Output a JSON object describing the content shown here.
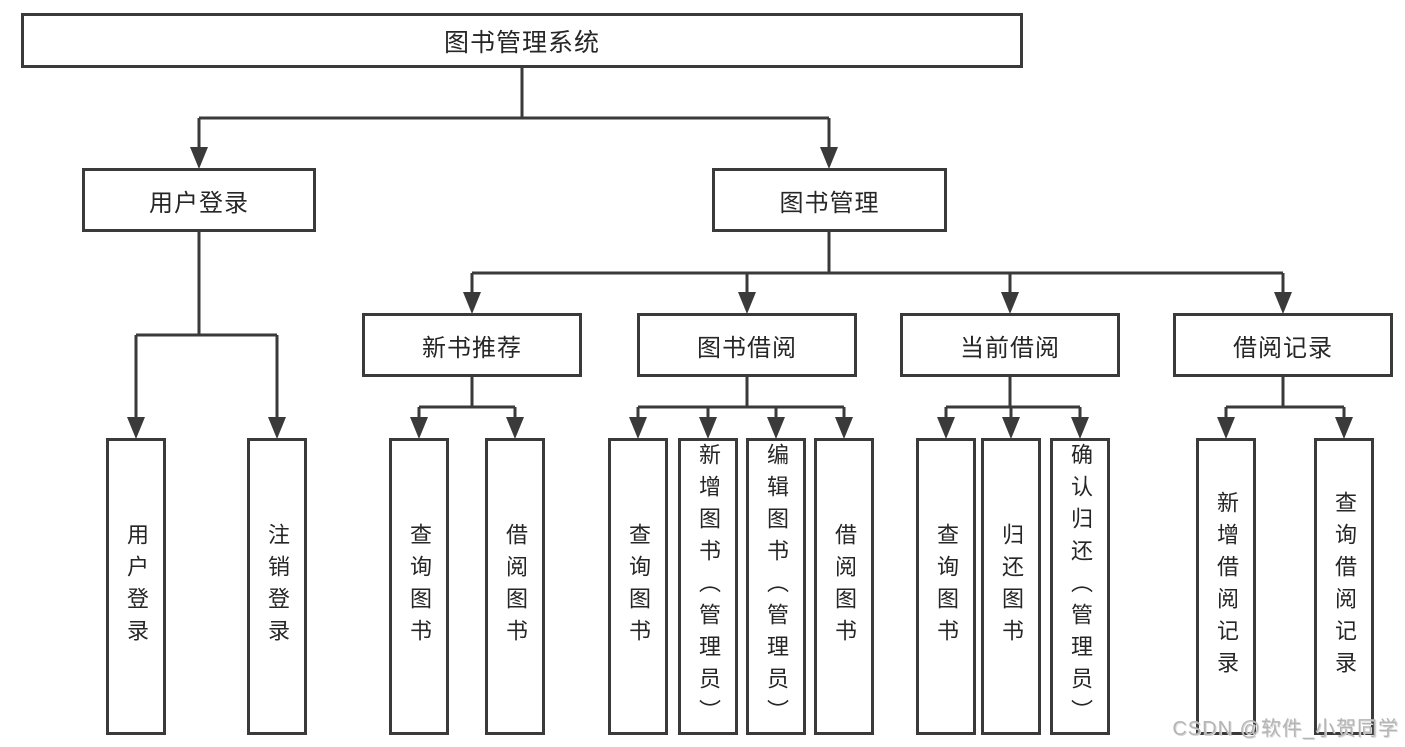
{
  "diagram": {
    "root": {
      "label": "图书管理系统"
    },
    "level2": [
      {
        "label": "用户登录"
      },
      {
        "label": "图书管理"
      }
    ],
    "level3": [
      {
        "label": "新书推荐"
      },
      {
        "label": "图书借阅"
      },
      {
        "label": "当前借阅"
      },
      {
        "label": "借阅记录"
      }
    ],
    "leaf_groups": [
      {
        "parent": "用户登录",
        "items": [
          "用户登录",
          "注销登录"
        ]
      },
      {
        "parent": "新书推荐",
        "items": [
          "查询图书",
          "借阅图书"
        ]
      },
      {
        "parent": "图书借阅",
        "items": [
          "查询图书",
          "新增图书（管理员）",
          "编辑图书（管理员）",
          "借阅图书"
        ]
      },
      {
        "parent": "当前借阅",
        "items": [
          "查询图书",
          "归还图书",
          "确认归还（管理员）"
        ]
      },
      {
        "parent": "借阅记录",
        "items": [
          "新增借阅记录",
          "查询借阅记录"
        ]
      }
    ]
  },
  "watermark": {
    "label": "CSDN @软件_小贺同学"
  },
  "colors": {
    "line": "#3a3a3a",
    "box_border": "#3a3a3a",
    "text": "#262626",
    "watermark": "#b5b5b5",
    "background": "#ffffff"
  }
}
